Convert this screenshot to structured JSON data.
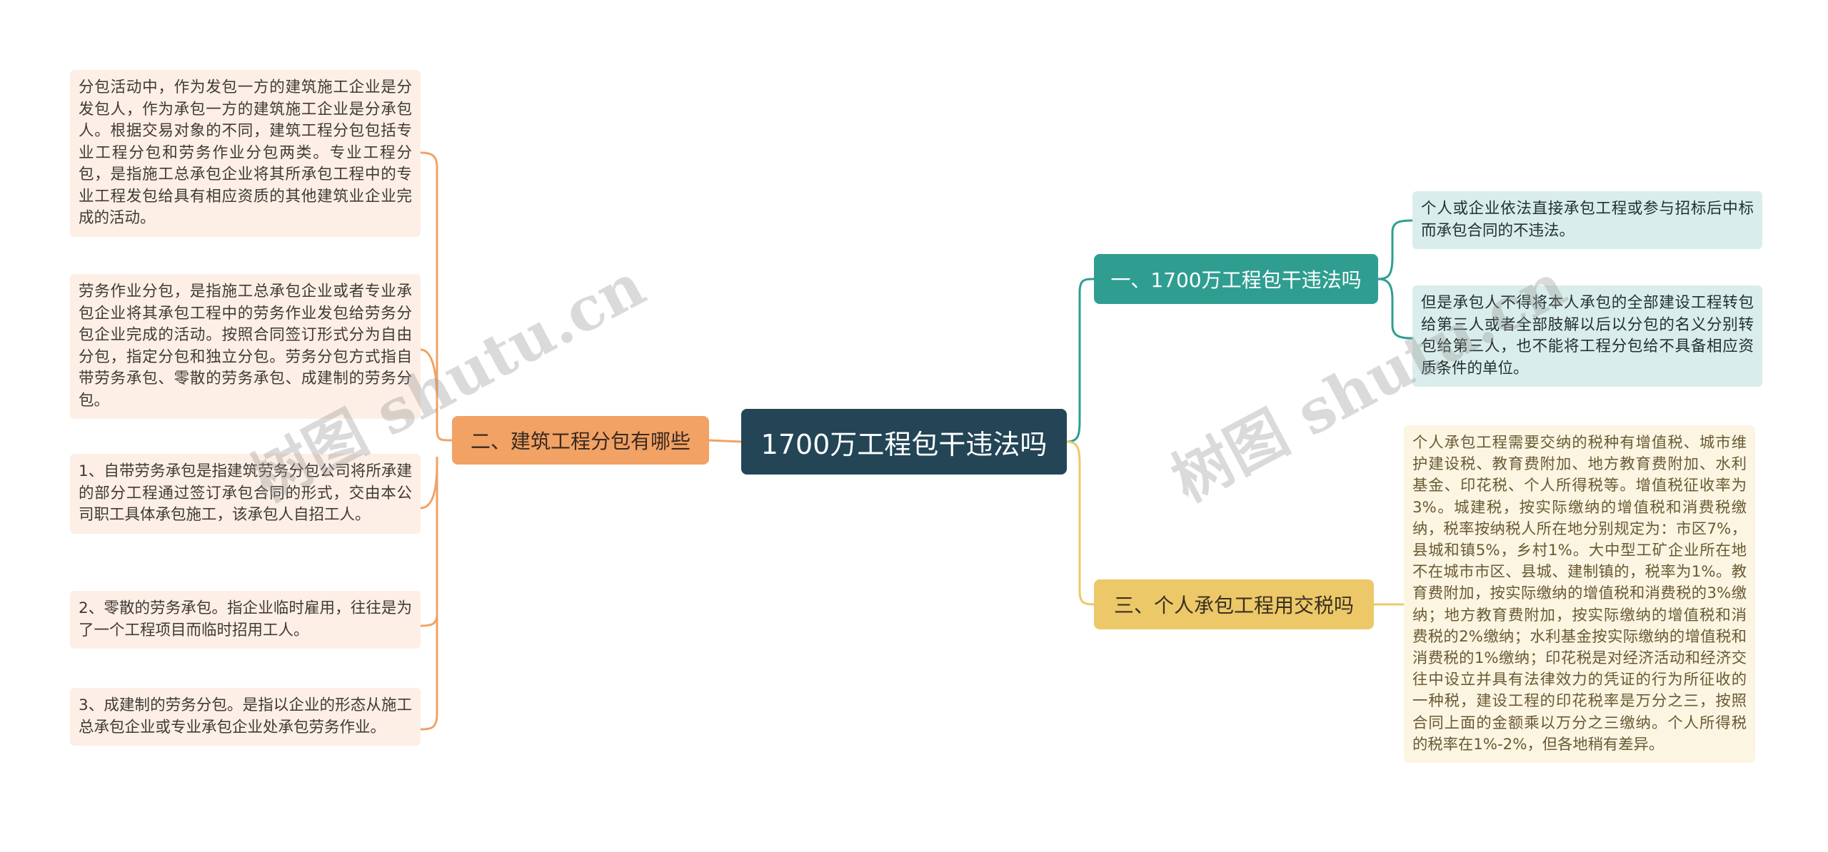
{
  "root": {
    "title": "1700万工程包干违法吗"
  },
  "branches": {
    "left": {
      "label": "二、建筑工程分包有哪些",
      "color": "#f1a264",
      "leaves": [
        "分包活动中，作为发包一方的建筑施工企业是分发包人，作为承包一方的建筑施工企业是分承包人。根据交易对象的不同，建筑工程分包包括专业工程分包和劳务作业分包两类。专业工程分包，是指施工总承包企业将其所承包工程中的专业工程发包给具有相应资质的其他建筑业企业完成的活动。",
        "劳务作业分包，是指施工总承包企业或者专业承包企业将其承包工程中的劳务作业发包给劳务分包企业完成的活动。按照合同签订形式分为自由分包，指定分包和独立分包。劳务分包方式指自带劳务承包、零散的劳务承包、成建制的劳务分包。",
        "1、自带劳务承包是指建筑劳务分包公司将所承建的部分工程通过签订承包合同的形式，交由本公司职工具体承包施工，该承包人自招工人。",
        "2、零散的劳务承包。指企业临时雇用，往往是为了一个工程项目而临时招用工人。",
        "3、成建制的劳务分包。是指以企业的形态从施工总承包企业或专业承包企业处承包劳务作业。"
      ]
    },
    "right1": {
      "label": "一、1700万工程包干违法吗",
      "color": "#2f9e91",
      "leaves": [
        "个人或企业依法直接承包工程或参与招标后中标而承包合同的不违法。",
        "但是承包人不得将本人承包的全部建设工程转包给第三人或者全部肢解以后以分包的名义分别转包给第三人，也不能将工程分包给不具备相应资质条件的单位。"
      ]
    },
    "right3": {
      "label": "三、个人承包工程用交税吗",
      "color": "#ecc868",
      "leaves": [
        "个人承包工程需要交纳的税种有增值税、城市维护建设税、教育费附加、地方教育费附加、水利基金、印花税、个人所得税等。增值税征收率为3%。城建税，按实际缴纳的增值税和消费税缴纳，税率按纳税人所在地分别规定为：市区7%，县城和镇5%，乡村1%。大中型工矿企业所在地不在城市市区、县城、建制镇的，税率为1%。教育费附加，按实际缴纳的增值税和消费税的3%缴纳；地方教育费附加，按实际缴纳的增值税和消费税的2%缴纳；水利基金按实际缴纳的增值税和消费税的1%缴纳；印花税是对经济活动和经济交往中设立并具有法律效力的凭证的行为所征收的一种税，建设工程的印花税率是万分之三，按照合同上面的金额乘以万分之三缴纳。个人所得税的税率在1%-2%，但各地稍有差异。"
      ]
    }
  },
  "watermarks": [
    "树图 shutu.cn",
    "树图 shutu.cn"
  ]
}
